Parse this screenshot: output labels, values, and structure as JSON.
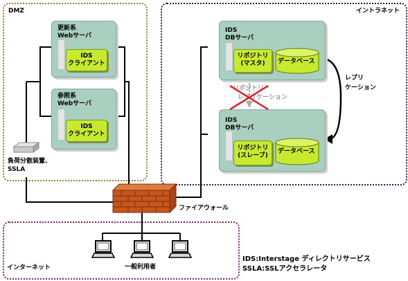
{
  "zones": {
    "dmz": "DMZ",
    "intranet": "イントラネット",
    "internet": "インターネット"
  },
  "dmz": {
    "update_server": {
      "line1": "更新系",
      "line2": "Webサーバ"
    },
    "update_client": {
      "line1": "IDS",
      "line2": "クライアント"
    },
    "ref_server": {
      "line1": "参照系",
      "line2": "Webサーバ"
    },
    "ref_client": {
      "line1": "IDS",
      "line2": "クライアント"
    },
    "lb": {
      "line1": "負荷分散装置、",
      "line2": "SSLA"
    }
  },
  "intranet": {
    "master_server": {
      "line1": "IDS",
      "line2": "DBサーバ"
    },
    "master_repo": {
      "line1": "リポジトリ",
      "line2": "(マスタ)"
    },
    "master_db": "データベース",
    "slave_server": {
      "line1": "IDS",
      "line2": "DBサーバ"
    },
    "slave_repo": {
      "line1": "リポジトリ",
      "line2": "(スレーブ)"
    },
    "slave_db": "データベース",
    "replication": {
      "line1": "レプリ",
      "line2": "ケーション"
    },
    "repo_replication_crossed": {
      "line1": "リポジトリ",
      "line2": "レプリケーション"
    }
  },
  "firewall": "ファイアウォール",
  "users": "一般利用者",
  "legend": {
    "ids": "IDS:Interstage ディレクトリサービス",
    "ssla": "SSLA:SSLアクセラレータ"
  },
  "colors": {
    "dmz_border": "#9b7a2a",
    "intranet_border": "#1f1f5f",
    "internet_border": "#8a1a8a",
    "server_fill": "#a9cfc1",
    "component_fill": "#c7ea2f",
    "firewall_brick": "#c8551e",
    "cross": "#e0202b"
  },
  "icons": [
    "server-tower-icon",
    "database-cylinder-icon",
    "load-balancer-icon",
    "firewall-icon",
    "pc-icon",
    "cross-icon",
    "arrow-icon"
  ]
}
